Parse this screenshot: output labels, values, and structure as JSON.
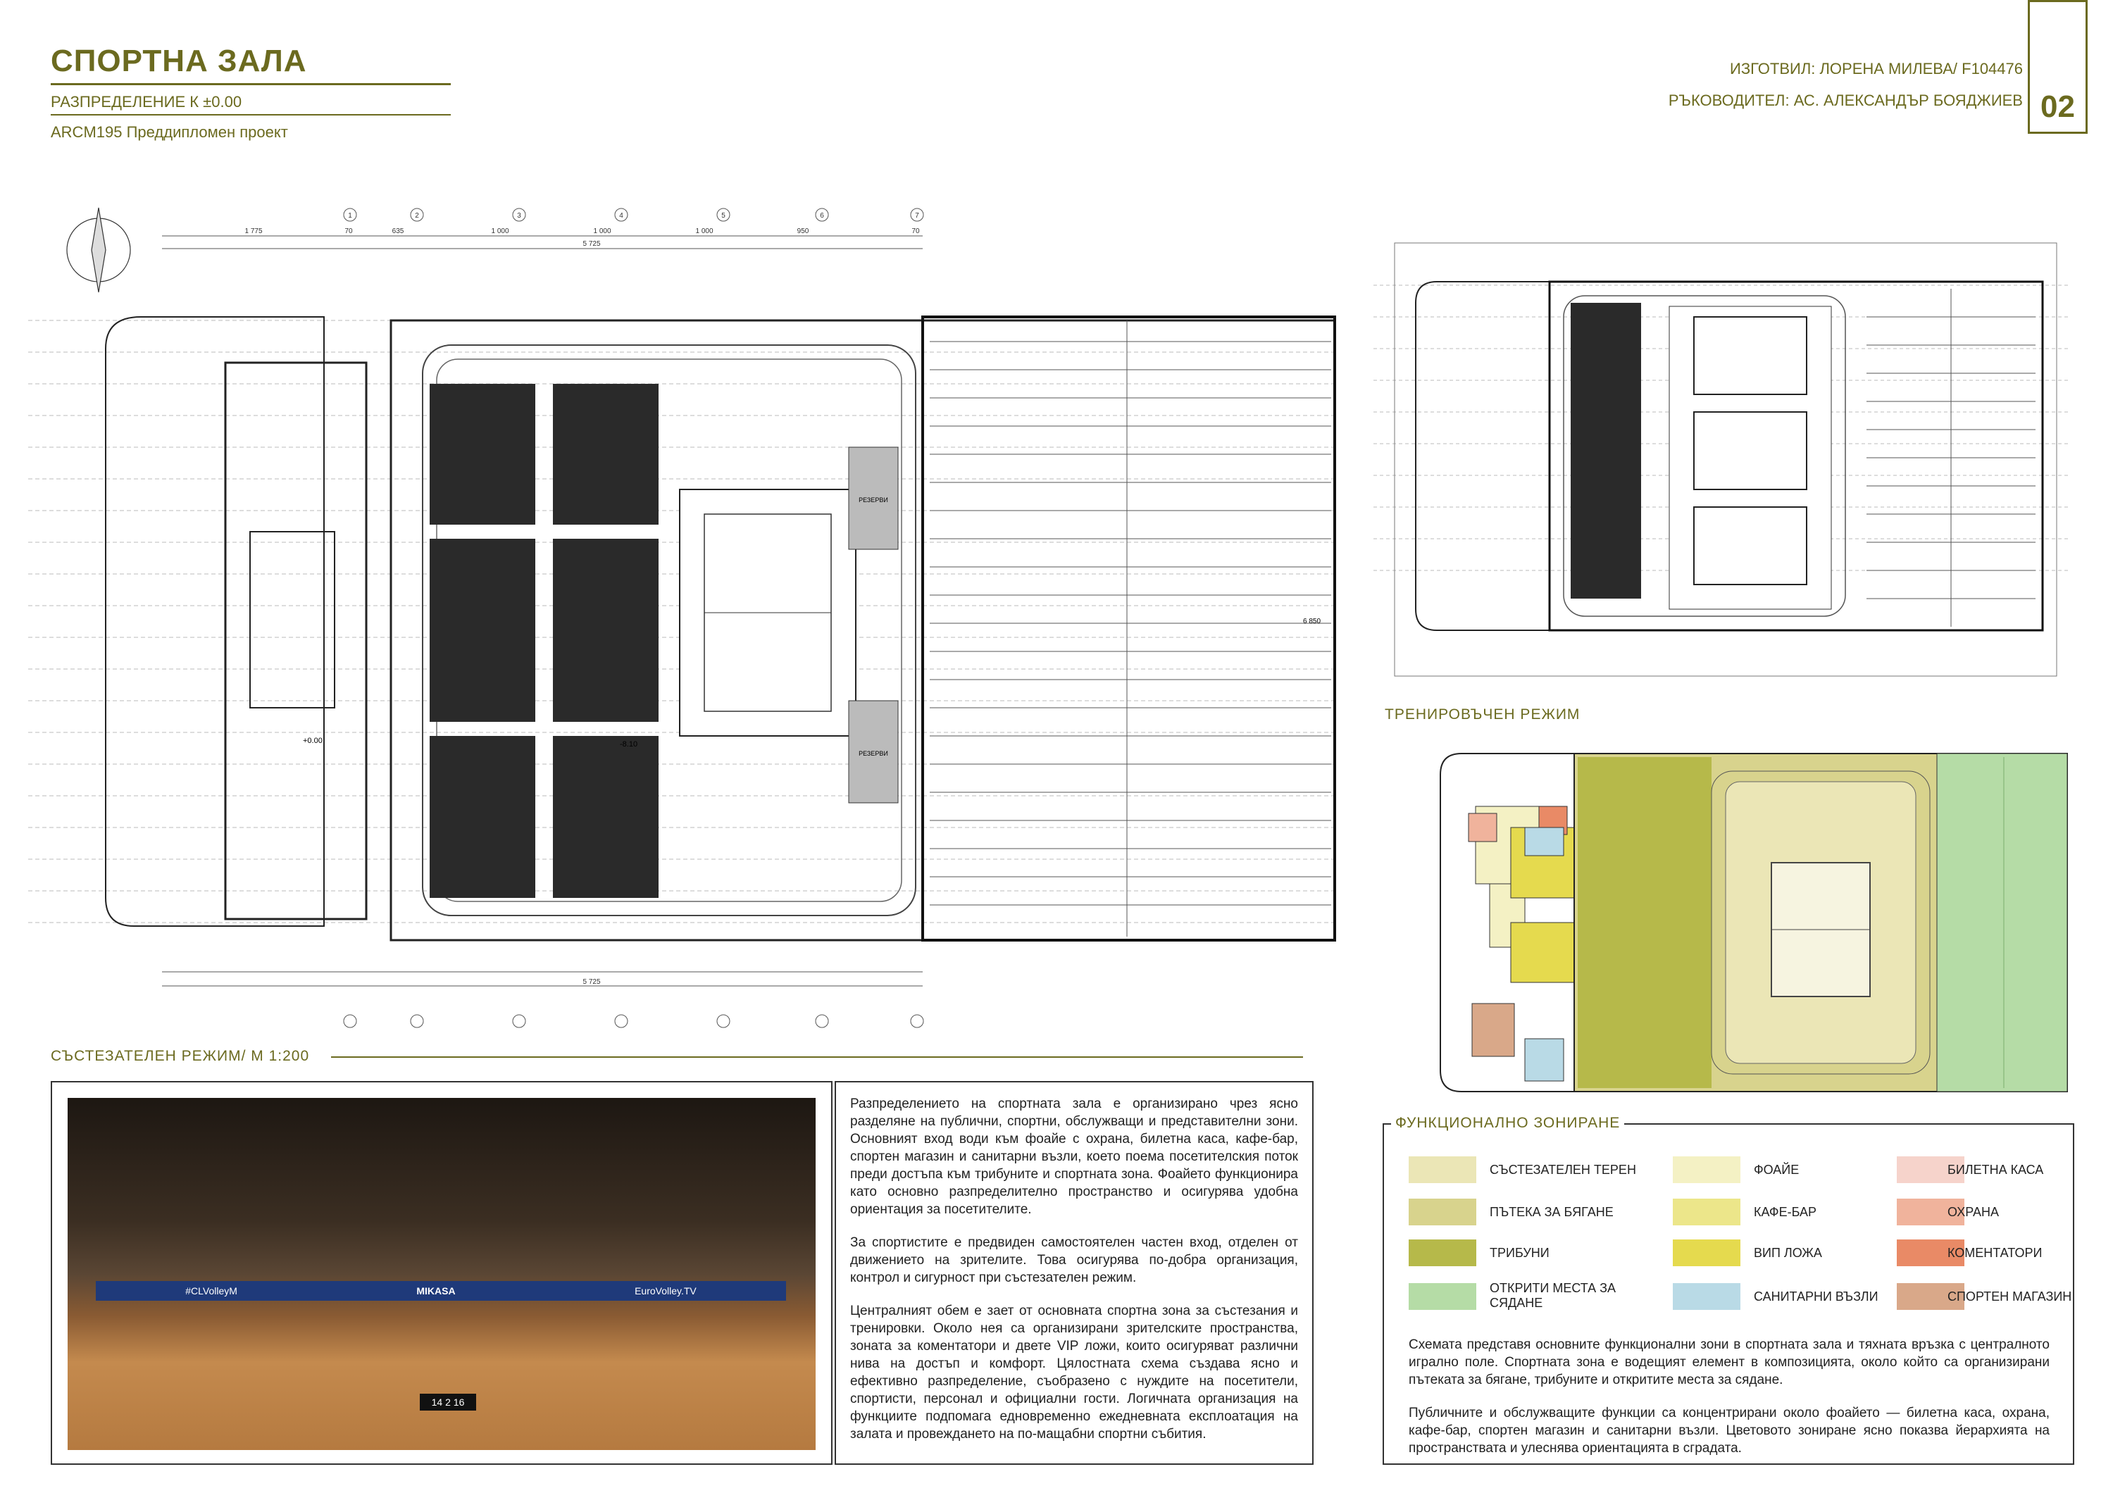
{
  "header": {
    "title": "СПОРТНА ЗАЛА",
    "subtitle": "РАЗПРЕДЕЛЕНИЕ К ±0.00",
    "course": "ARCM195 Преддипломен проект",
    "author": "ИЗГОТВИЛ: ЛОРЕНА МИЛЕВА/ F104476",
    "leader": "РЪКОВОДИТЕЛ: АС. АЛЕКСАНДЪР БОЯДЖИЕВ",
    "page_number": "02"
  },
  "sections": {
    "competition_mode": "СЪСТЕЗАТЕЛЕН РЕЖИМ/ М 1:200",
    "training_mode": "ТРЕНИРОВЪЧЕН РЕЖИМ",
    "functional_zoning": "ФУНКЦИОНАЛНО ЗОНИРАНЕ"
  },
  "plan": {
    "dims_top": [
      "1 775",
      "70",
      "635",
      "1 000",
      "1 000",
      "1 000",
      "950",
      "70"
    ],
    "total_dim": "5 725",
    "axis_labels": [
      "1",
      "2",
      "3",
      "4",
      "5",
      "6",
      "7"
    ],
    "reserve_label": "РЕЗЕРВИ",
    "level_label": "+0.00",
    "level_label_pit": "-8.10",
    "side_dim": "6 850"
  },
  "description": {
    "paragraphs": [
      "Разпределението на спортната зала е организирано чрез ясно разделяне на публични, спортни, обслужващи и представителни зони. Основният вход води към фоайе с охрана, билетна каса, кафе-бар, спортен магазин и санитарни възли, което поема посетителския поток преди достъпа към трибуните и спортната зона. Фоайето функционира като основно разпределително пространство и осигурява удобна ориентация за посетителите.",
      "За спортистите е предвиден самостоятелен частен вход, отделен от движението на зрителите. Това осигурява по-добра организация, контрол и сигурност при състезателен режим.",
      "Централният обем е зает от основната спортна зона за състезания и тренировки. Около нея са организирани зрителските пространства, зоната за коментатори и двете VIP ложи, които осигуряват различни нива на достъп и комфорт. Цялостната схема създава ясно и ефективно разпределение, съобразено с нуждите на посетители, спортисти, персонал и официални гости. Логичната организация на функциите подпомага едновременно ежедневната експлоатация на залата и провеждането на по-мащабни спортни събития."
    ]
  },
  "legend": {
    "items": [
      {
        "label": "СЪСТЕЗАТЕЛЕН ТЕРЕН",
        "color": "#ebe6b6"
      },
      {
        "label": "ФОАЙЕ",
        "color": "#f4f1c4"
      },
      {
        "label": "БИЛЕТНА КАСА",
        "color": "#f6d3cb"
      },
      {
        "label": "ПЪТЕКА ЗА БЯГАНЕ",
        "color": "#d8d38d"
      },
      {
        "label": "КАФЕ-БАР",
        "color": "#ece68a"
      },
      {
        "label": "ОХРАНА",
        "color": "#f0b39c"
      },
      {
        "label": "ТРИБУНИ",
        "color": "#b6b94a"
      },
      {
        "label": "ВИП ЛОЖА",
        "color": "#e5da4e"
      },
      {
        "label": "КОМЕНТАТОРИ",
        "color": "#e98a66"
      },
      {
        "label": "ОТКРИТИ МЕСТА ЗА СЯДАНЕ",
        "color": "#b5dca6"
      },
      {
        "label": "САНИТАРНИ ВЪЗЛИ",
        "color": "#b9dae6"
      },
      {
        "label": "СПОРТЕН МАГАЗИН",
        "color": "#d9a889"
      }
    ],
    "paragraphs": [
      "Схемата представя основните функционални зони в спортната зала и тяхната връзка с централното игрално поле. Спортната зона е водещият елемент в композицията, около който са организирани пътеката за бягане, трибуните и откритите места за сядане.",
      "Публичните и обслужващите функции са концентрирани около фоайето — билетна каса, охрана, кафе-бар, спортен магазин и санитарни възли. Цветовото зониране ясно показва йерархията на пространствата и улеснява ориентацията в сградата."
    ]
  },
  "photo": {
    "banner_1": "#CLVolleyM",
    "banner_2": "MIKASA",
    "banner_3": "EuroVolley.TV",
    "score": "14 2 16"
  }
}
